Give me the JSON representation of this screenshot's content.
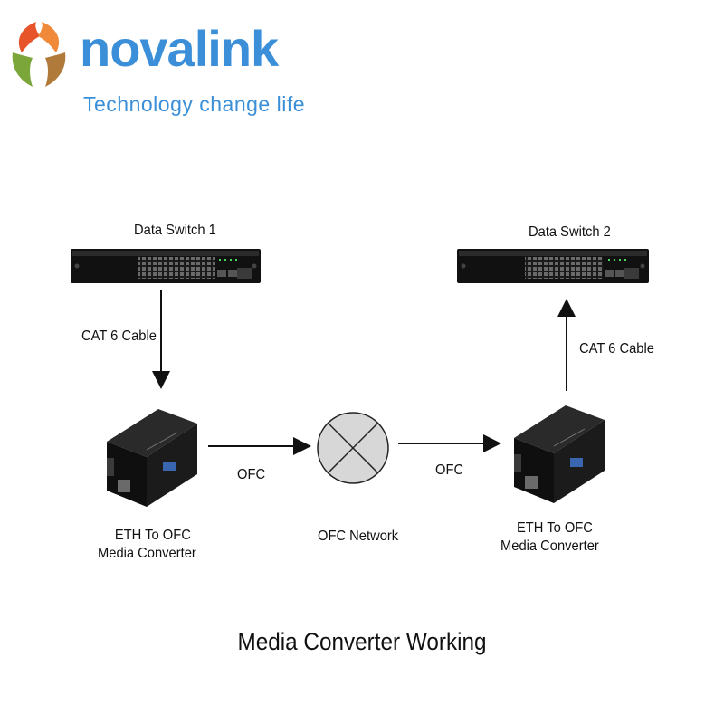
{
  "logo": {
    "name": "novalink",
    "tagline": "Technology change life",
    "colors": {
      "brand": "#3a8fd8",
      "orange": "#e8542a",
      "green": "#7aa63a",
      "brown": "#b07a3a"
    }
  },
  "diagram": {
    "switch1_label": "Data Switch 1",
    "switch2_label": "Data Switch 2",
    "cable_left_label": "CAT 6 Cable",
    "cable_right_label": "CAT 6 Cable",
    "ofc_left_label": "OFC",
    "ofc_right_label": "OFC",
    "network_label": "OFC Network",
    "converter_left_label": [
      "ETH To OFC",
      "Media Converter"
    ],
    "converter_right_label": [
      "ETH To OFC",
      "Media Converter"
    ],
    "device_text": "Media Converter",
    "caption": "Media Converter Working"
  }
}
